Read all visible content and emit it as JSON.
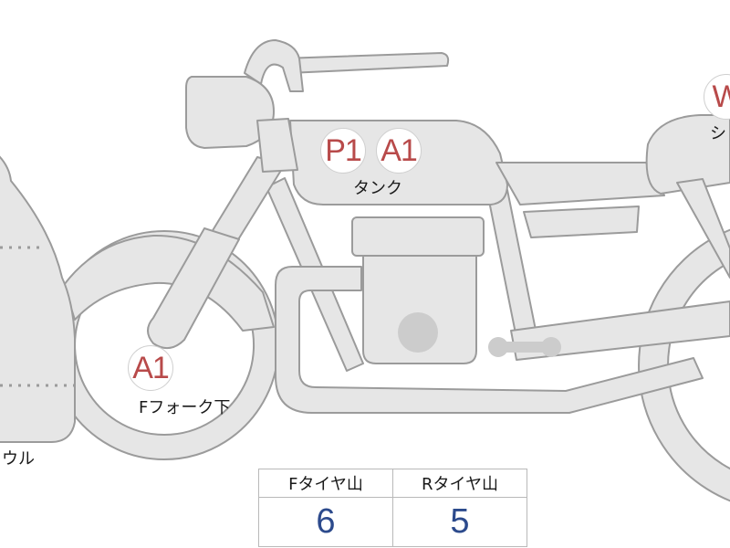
{
  "colors": {
    "bike_fill": "#e6e6e6",
    "bike_stroke": "#9b9b9b",
    "dot": "#cccccc",
    "code_red": "#b84a4a",
    "value_blue": "#2c4a8c"
  },
  "badges": {
    "tank_p1": "P1",
    "tank_a1": "A1",
    "fork_a1": "A1",
    "seat_partial": "W"
  },
  "labels": {
    "tank": "タンク",
    "front_fork": "Fフォーク下",
    "cowl_partial": "ウル",
    "seat_partial": "シ"
  },
  "tire_table": {
    "front_header": "Fタイヤ山",
    "rear_header": "Rタイヤ山",
    "front_value": "6",
    "rear_value": "5"
  }
}
